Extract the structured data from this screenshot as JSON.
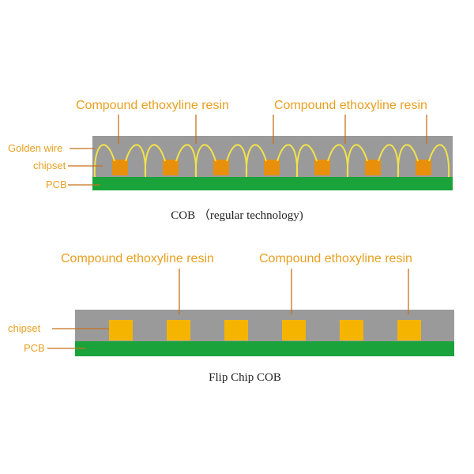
{
  "diagram1": {
    "labels": {
      "resin_left": "Compound ethoxyline resin",
      "resin_right": "Compound ethoxyline resin",
      "golden_wire": "Golden wire",
      "chipset": "chipset",
      "pcb": "PCB"
    },
    "caption": "COB （regular technology)",
    "chip_count": 7
  },
  "diagram2": {
    "labels": {
      "resin_left": "Compound ethoxyline resin",
      "resin_right": "Compound ethoxyline resin",
      "chipset": "chipset",
      "pcb": "PCB"
    },
    "caption": "Flip Chip COB",
    "chip_count": 6
  },
  "colors": {
    "label_orange": "#e8a020",
    "leader_line": "#c8701a",
    "resin_gray": "#9a9a9a",
    "pcb_green": "#1aa33a",
    "chip_orange_1": "#e8900c",
    "chip_orange_2": "#f5b400",
    "wire_yellow": "#f2e24a"
  }
}
